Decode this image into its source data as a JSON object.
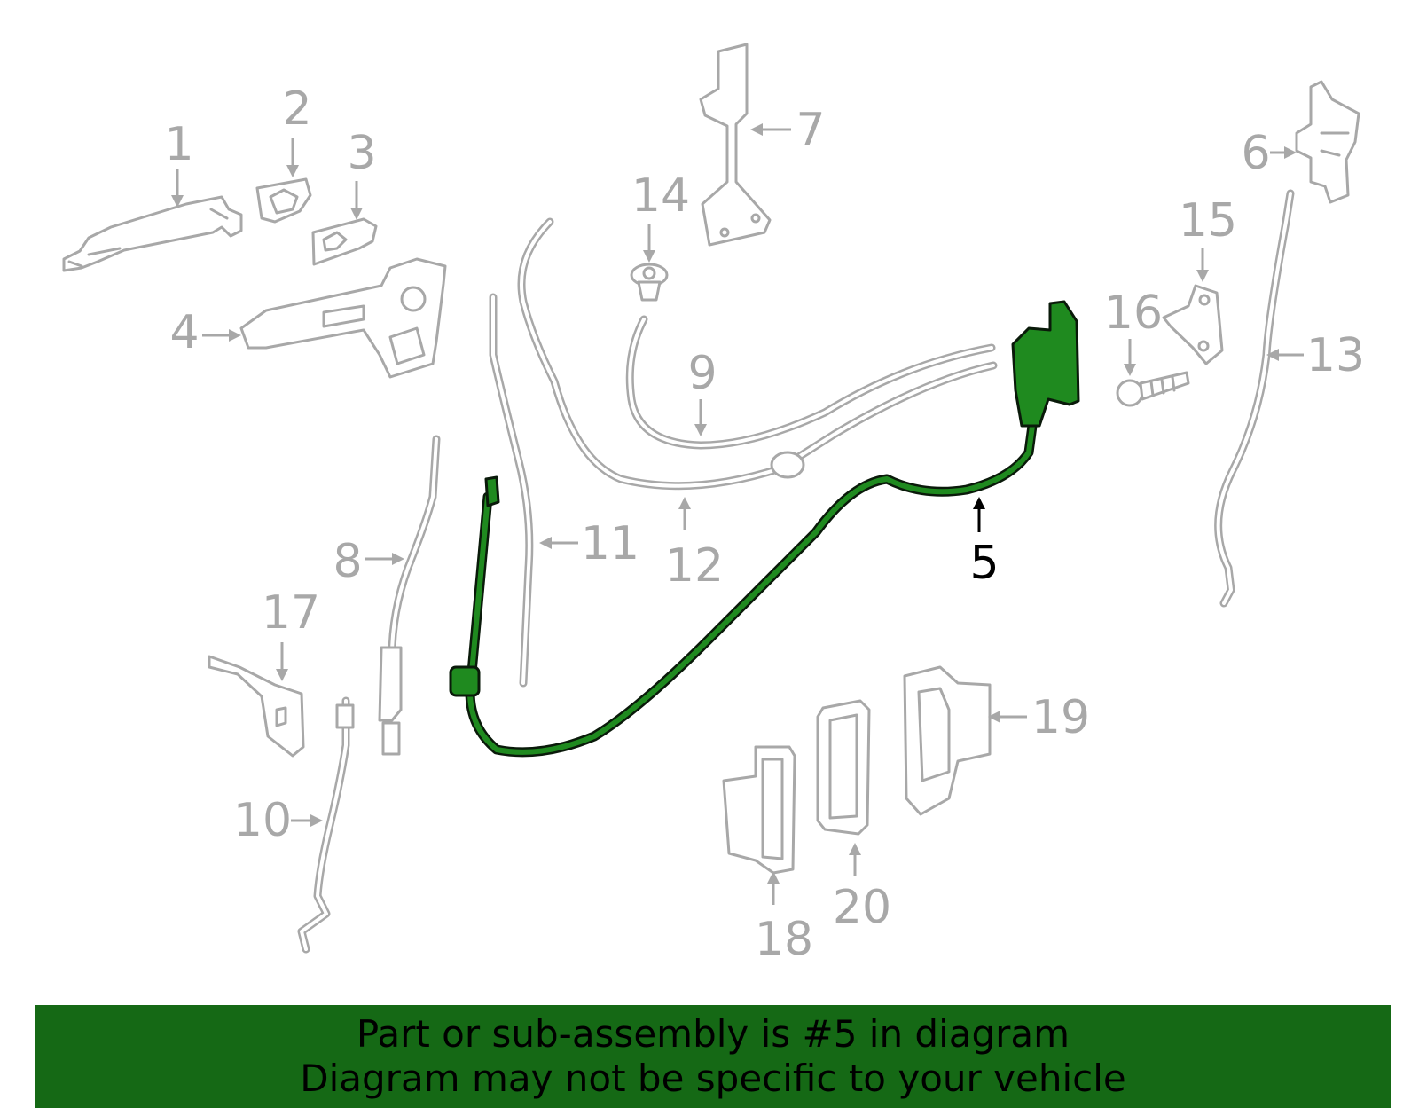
{
  "callouts": {
    "c1": "1",
    "c2": "2",
    "c3": "3",
    "c4": "4",
    "c5": "5",
    "c6": "6",
    "c7": "7",
    "c8": "8",
    "c9": "9",
    "c10": "10",
    "c11": "11",
    "c12": "12",
    "c13": "13",
    "c14": "14",
    "c15": "15",
    "c16": "16",
    "c17": "17",
    "c18": "18",
    "c19": "19",
    "c20": "20"
  },
  "highlighted_part": "5",
  "banner": {
    "line1": "Part or sub-assembly is #5 in diagram",
    "line2": "Diagram may not be specific to your vehicle"
  },
  "colors": {
    "highlight": "#1f8a1f",
    "banner": "#156915",
    "part_outline": "#a8a8a8"
  }
}
